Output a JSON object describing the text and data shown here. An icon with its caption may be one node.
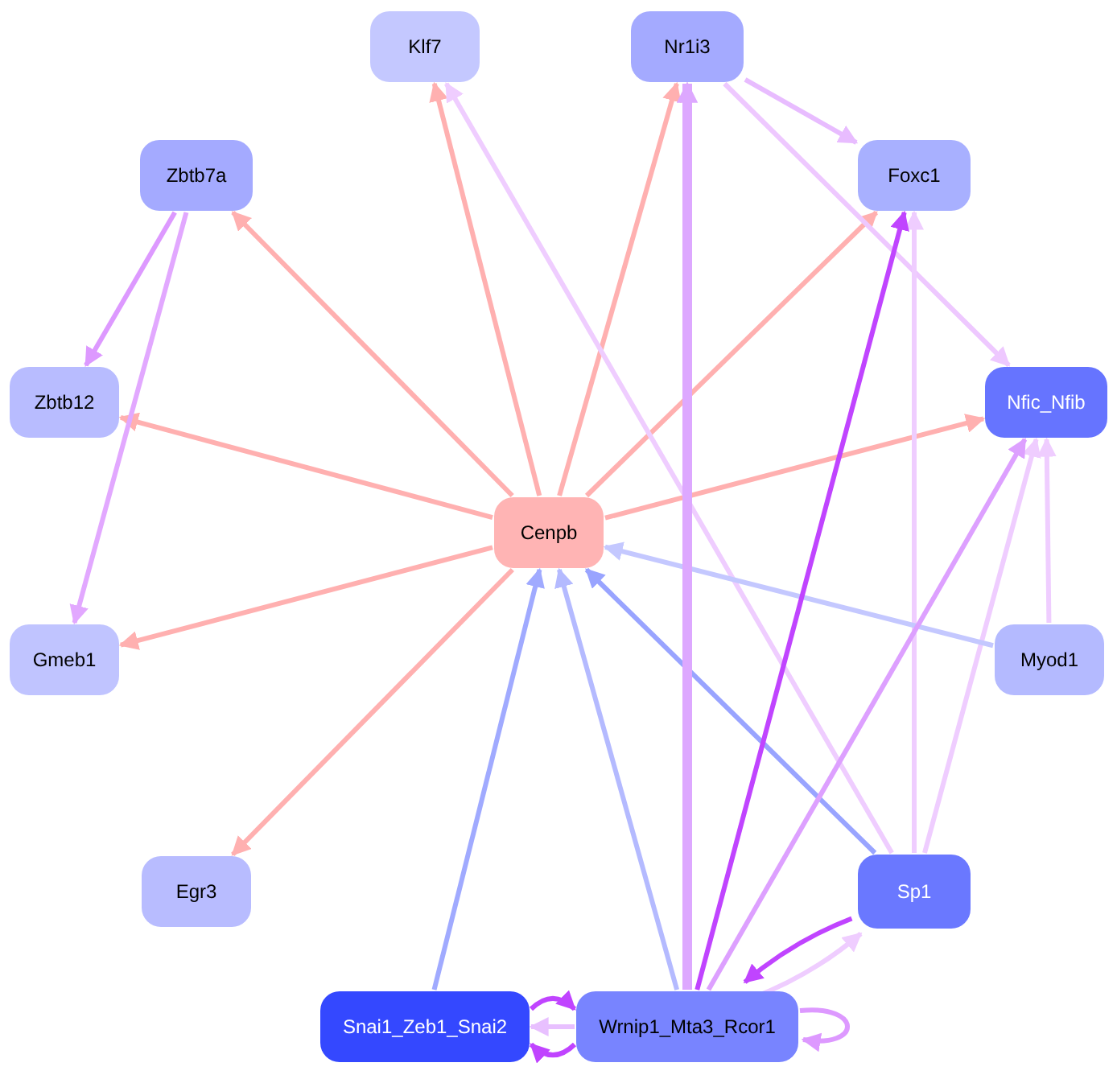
{
  "diagram": {
    "nodes": [
      {
        "text": [
          "Klf7"
        ]
      },
      {
        "text": [
          "Nr1i3"
        ]
      },
      {
        "text": [
          "Zbtb7a"
        ]
      },
      {
        "text": [
          "Foxc1"
        ]
      },
      {
        "text": [
          "Zbtb12"
        ]
      },
      {
        "text": [
          "Nfic_Nfib"
        ]
      },
      {
        "text": [
          "Cenpb"
        ]
      },
      {
        "text": [
          "Gmeb1"
        ]
      },
      {
        "text": [
          "Myod1"
        ]
      },
      {
        "text": [
          "Egr3"
        ]
      },
      {
        "text": [
          "Sp1"
        ]
      },
      {
        "text": [
          "Snai1_Zeb1_Snai2"
        ]
      },
      {
        "text": [
          "Wrnip1_Mta3_Rcor1"
        ]
      }
    ],
    "edges": [
      {
        "from": 6,
        "to": 0,
        "arrow": "to"
      },
      {
        "from": 6,
        "to": 1,
        "arrow": "to"
      },
      {
        "from": 6,
        "to": 2,
        "arrow": "to"
      },
      {
        "from": 6,
        "to": 3,
        "arrow": "to"
      },
      {
        "from": 6,
        "to": 4,
        "arrow": "to"
      },
      {
        "from": 6,
        "to": 5,
        "arrow": "to"
      },
      {
        "from": 6,
        "to": 7,
        "arrow": "to"
      },
      {
        "from": 6,
        "to": 9,
        "arrow": "to"
      },
      {
        "from": 2,
        "to": 4,
        "arrow": "to",
        "color": "#dd99ff"
      },
      {
        "from": 2,
        "to": 7,
        "arrow": "to",
        "color": "#e2a8ff"
      },
      {
        "from": 1,
        "to": 3,
        "arrow": "to",
        "color": "#e8bcff"
      },
      {
        "from": 1,
        "to": 5,
        "arrow": "to",
        "color": "#eec8ff"
      },
      {
        "from": 10,
        "to": 0,
        "arrow": "to",
        "color": "#efcdff"
      },
      {
        "from": 10,
        "to": 3,
        "arrow": "to",
        "color": "#efcdff"
      },
      {
        "from": 10,
        "to": 5,
        "arrow": "to",
        "color": "#efcdff"
      },
      {
        "from": 10,
        "to": 6,
        "arrow": "to",
        "color": "#99a4ff"
      },
      {
        "from": 8,
        "to": 5,
        "arrow": "to",
        "color": "#efcdff"
      },
      {
        "from": 8,
        "to": 6,
        "arrow": "to",
        "color": "#c4c8ff"
      },
      {
        "from": 12,
        "to": 1,
        "arrow": "to",
        "style": "thick",
        "color": "#dda8ff"
      },
      {
        "from": 12,
        "to": 3,
        "arrow": "to",
        "color": "#c044ff"
      },
      {
        "from": 12,
        "to": 5,
        "arrow": "to",
        "color": "#dda0ff"
      },
      {
        "from": 12,
        "to": 6,
        "arrow": "to",
        "color": "#b4baff"
      },
      {
        "from": 12,
        "to": 10,
        "arrow": "to",
        "color": "#efcdff"
      },
      {
        "from": 10,
        "to": 12,
        "arrow": "to",
        "color": "#c044ff"
      },
      {
        "from": 12,
        "to": 12,
        "arrow": "to",
        "color": "#dd99ff"
      },
      {
        "from": 11,
        "to": 6,
        "arrow": "to",
        "color": "#a0aaff"
      },
      {
        "from": 11,
        "to": 12,
        "arrow": "to",
        "color": "#c044ff"
      },
      {
        "from": 12,
        "to": 11,
        "arrow": "to",
        "color": "#e8c0ff"
      },
      {
        "from": 12,
        "to": 11,
        "arrow": "to",
        "color": "#c044ff"
      }
    ]
  }
}
